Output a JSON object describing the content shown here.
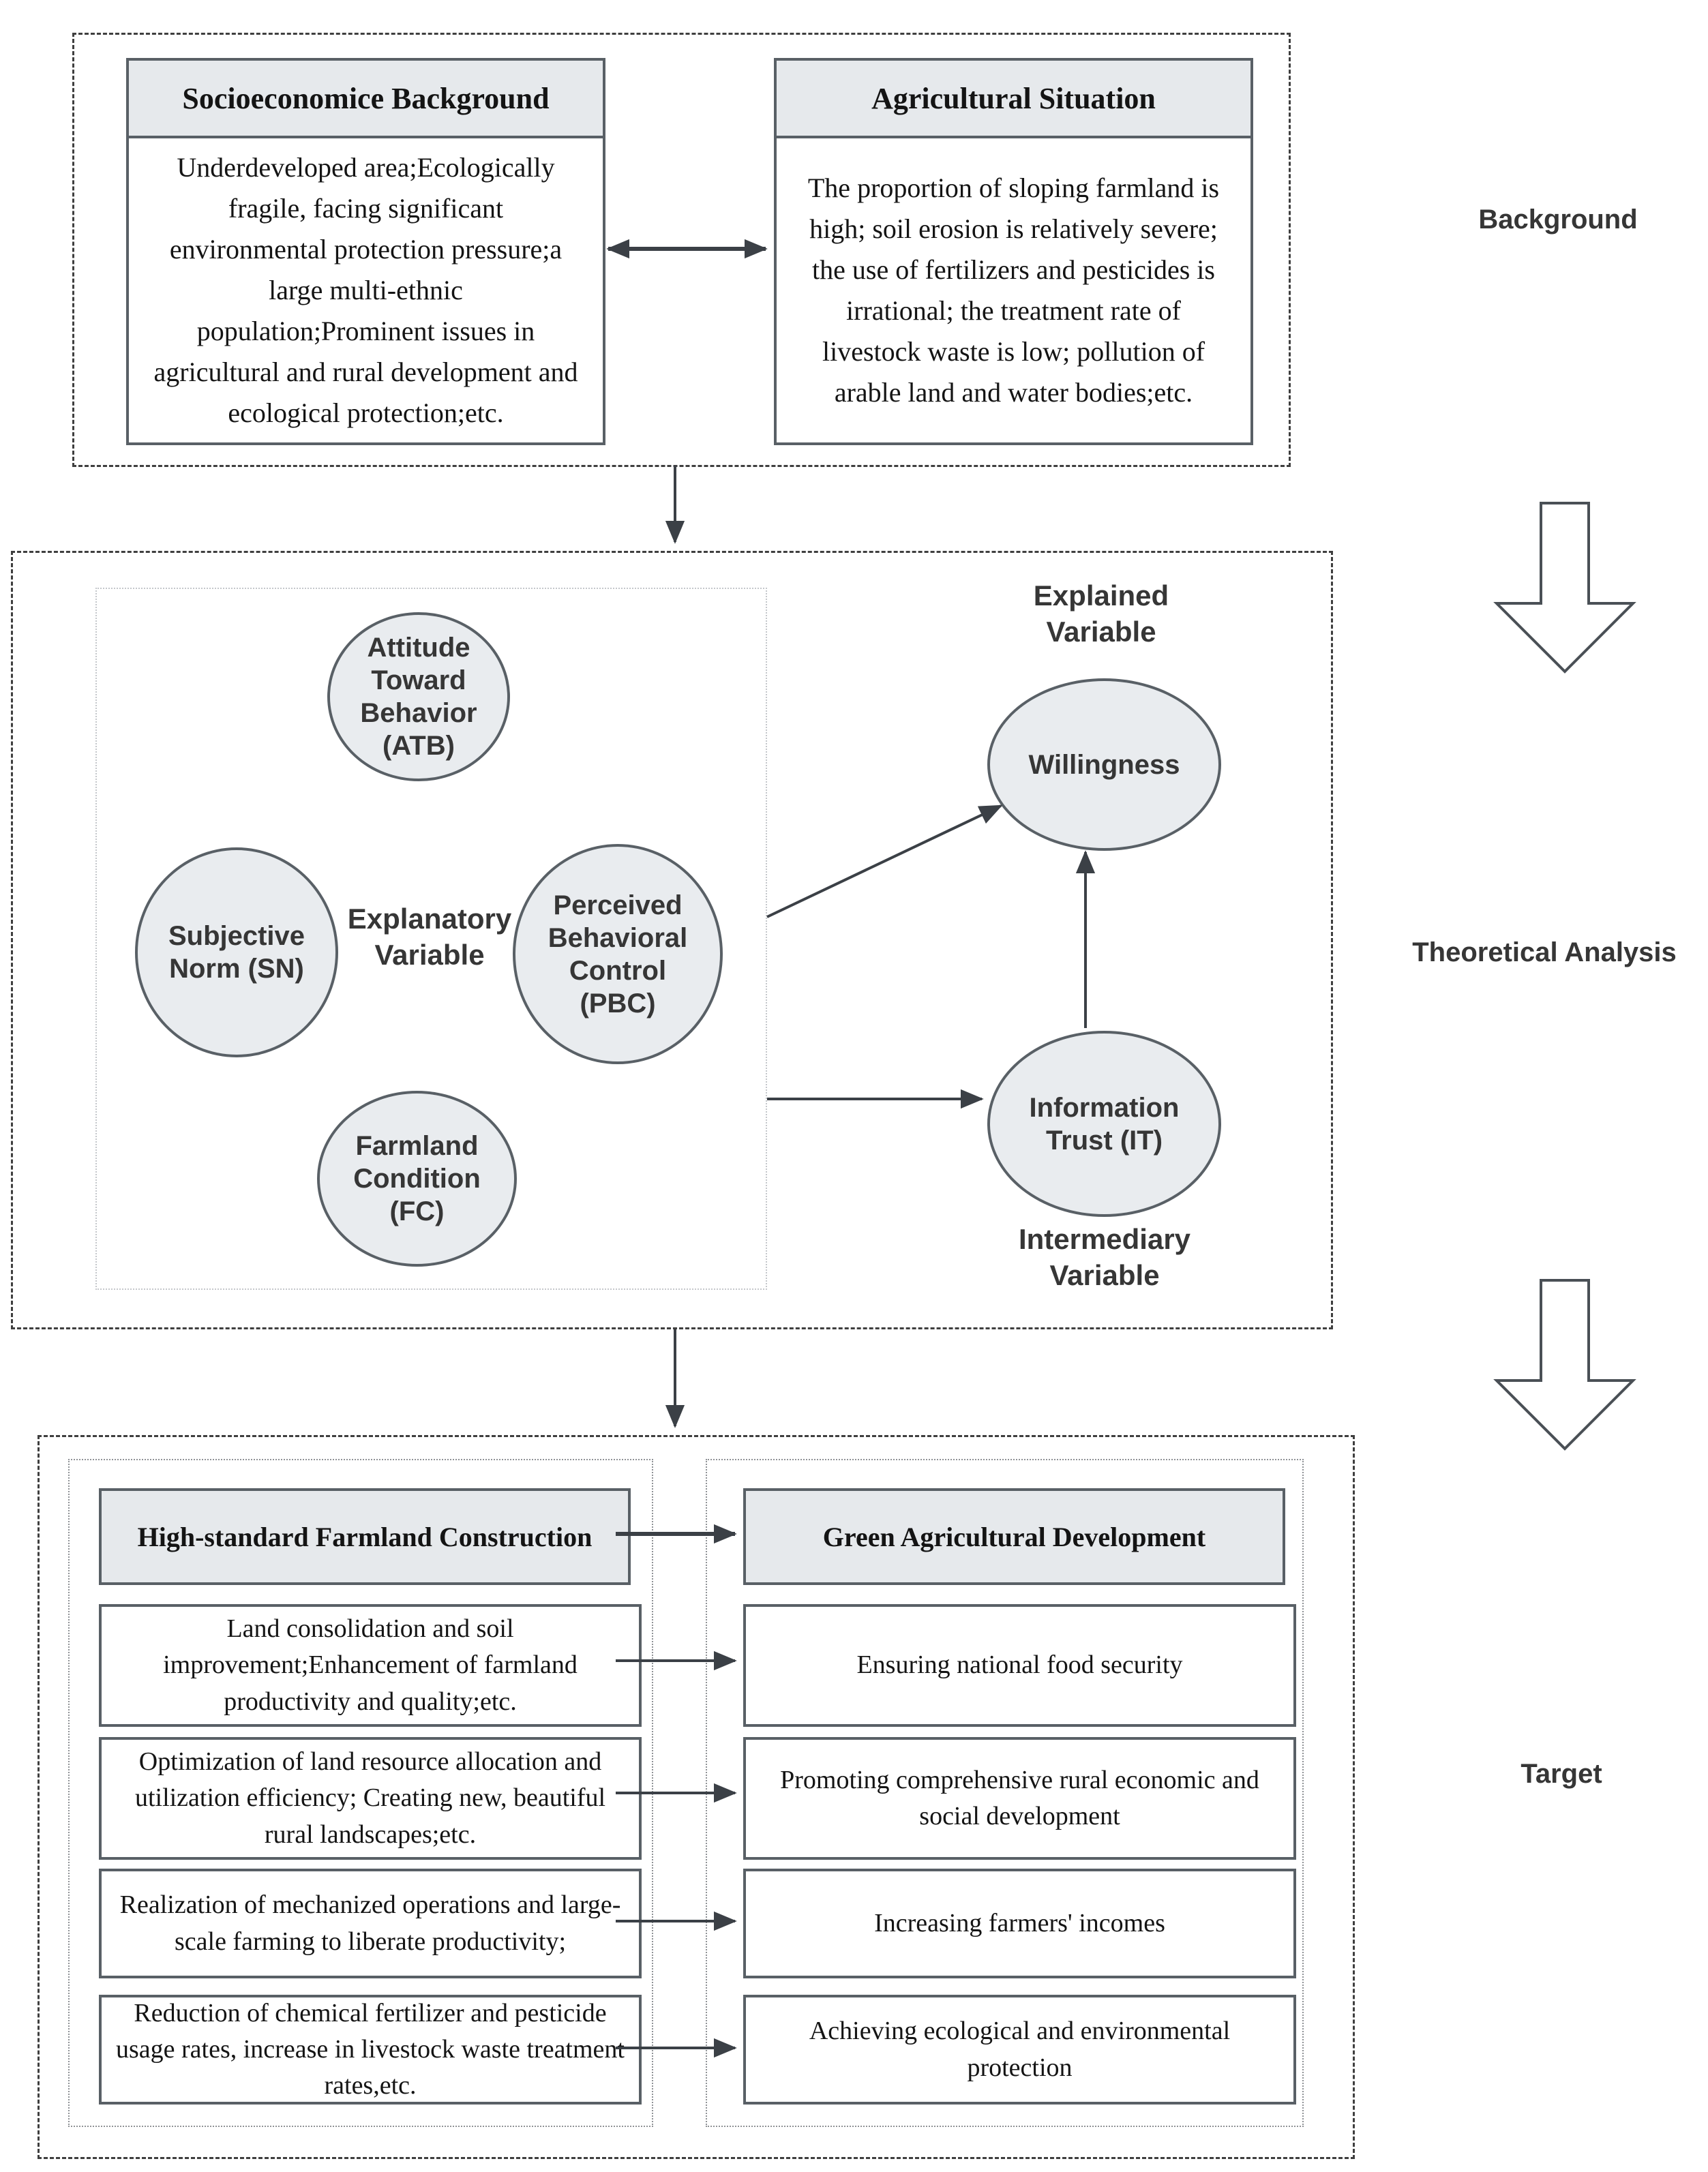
{
  "colors": {
    "node_fill": "#e9ecef",
    "node_border": "#596066",
    "arrow": "#3b4046",
    "dashed_border": "#3f3f3f",
    "dotted_border": "#8f9296",
    "body_text": "#141414",
    "label_text": "#363636"
  },
  "background_section": {
    "side_label": "Background",
    "socioeconomic_box": {
      "title": "Socioeconomice Background",
      "body": "Underdeveloped area;Ecologically fragile, facing significant environmental protection pressure;a large multi-ethnic population;Prominent issues in agricultural and rural development and ecological protection;etc."
    },
    "agricultural_box": {
      "title": "Agricultural Situation",
      "body": "The proportion of sloping farmland is high; soil erosion is relatively severe; the use of fertilizers and pesticides is irrational; the treatment rate of livestock waste is low; pollution of arable land and water bodies;etc."
    }
  },
  "theory_section": {
    "side_label": "Theoretical Analysis",
    "explained_variable_label": "Explained\nVariable",
    "explanatory_variable_label": "Explanatory\nVariable",
    "intermediary_variable_label": "Intermediary\nVariable",
    "nodes": {
      "atb": "Attitude\nToward\nBehavior\n(ATB)",
      "sn": "Subjective\nNorm (SN)",
      "pbc": "Perceived\nBehavioral\nControl\n(PBC)",
      "fc": "Farmland\nCondition\n(FC)",
      "willingness": "Willingness",
      "it": "Information\nTrust (IT)"
    }
  },
  "target_section": {
    "side_label": "Target",
    "left_header": "High-standard Farmland Construction",
    "right_header": "Green Agricultural Development",
    "left_items": [
      "Land consolidation and soil improvement;Enhancement of farmland productivity and quality;etc.",
      "Optimization of land resource allocation and utilization efficiency; Creating new, beautiful rural landscapes;etc.",
      "Realization of mechanized operations and large-scale farming to liberate productivity;",
      "Reduction of chemical fertilizer and pesticide usage rates, increase in livestock waste treatment rates,etc."
    ],
    "right_items": [
      "Ensuring national food security",
      "Promoting comprehensive rural economic and social development",
      "Increasing farmers' incomes",
      "Achieving ecological and environmental protection"
    ]
  }
}
